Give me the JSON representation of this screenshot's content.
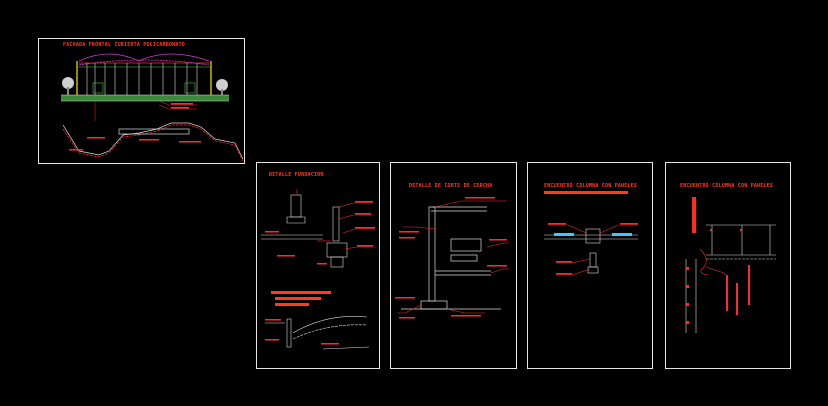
{
  "canvas": {
    "background": "#000000"
  },
  "colors": {
    "frame": "#e6e6e6",
    "title": "#ff3b1f",
    "line_red": "#ff2a2a",
    "line_white": "#dcdcdc",
    "line_green": "#3ccf3c",
    "line_yellow": "#ffe400",
    "line_magenta": "#d23cd2",
    "line_cyan": "#3cc8ff",
    "line_gray": "#8a8a8a"
  },
  "sheets": [
    {
      "id": "elevation",
      "title": "FACHADA FRONTAL CUBIERTA POLICARBONATO"
    },
    {
      "id": "detail-1",
      "title": "DETALLE FUNDACION"
    },
    {
      "id": "detail-2",
      "title": "DETALLE DE CORTE DE CERCHA"
    },
    {
      "id": "detail-3",
      "title": "ENCUENTRO COLUMNA CON PANELES"
    },
    {
      "id": "detail-4",
      "title": "ENCUENTRO COLUMNA CON PANELES"
    }
  ],
  "icons": [
    "tree-icon"
  ]
}
